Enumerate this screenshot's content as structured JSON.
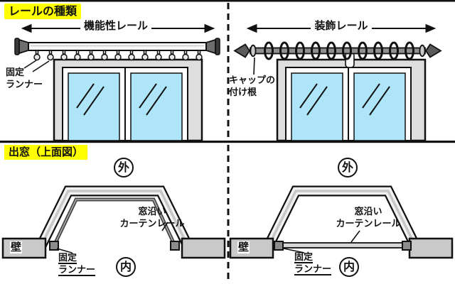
{
  "colors": {
    "highlight": "#ffff00",
    "glass": "#aee5f8",
    "line": "#111111"
  },
  "rail_types": {
    "title": "レールの種類",
    "functional": {
      "label": "機能性レール",
      "runner_callout": "固定\nランナー"
    },
    "decorative": {
      "label": "装飾レール",
      "cap_callout": "キャップの\n付け根"
    }
  },
  "bay_window": {
    "title": "出窓（上面図）",
    "left": {
      "outside": "外",
      "wall": "壁",
      "rail_label": "窓沿い\nカーテンレール",
      "runner_label": "固定\nランナー",
      "inside": "内"
    },
    "right": {
      "outside": "外",
      "wall": "壁",
      "rail_label": "窓沿い\nカーテンレール",
      "runner_label": "固定\nランナー",
      "inside": "内"
    }
  }
}
